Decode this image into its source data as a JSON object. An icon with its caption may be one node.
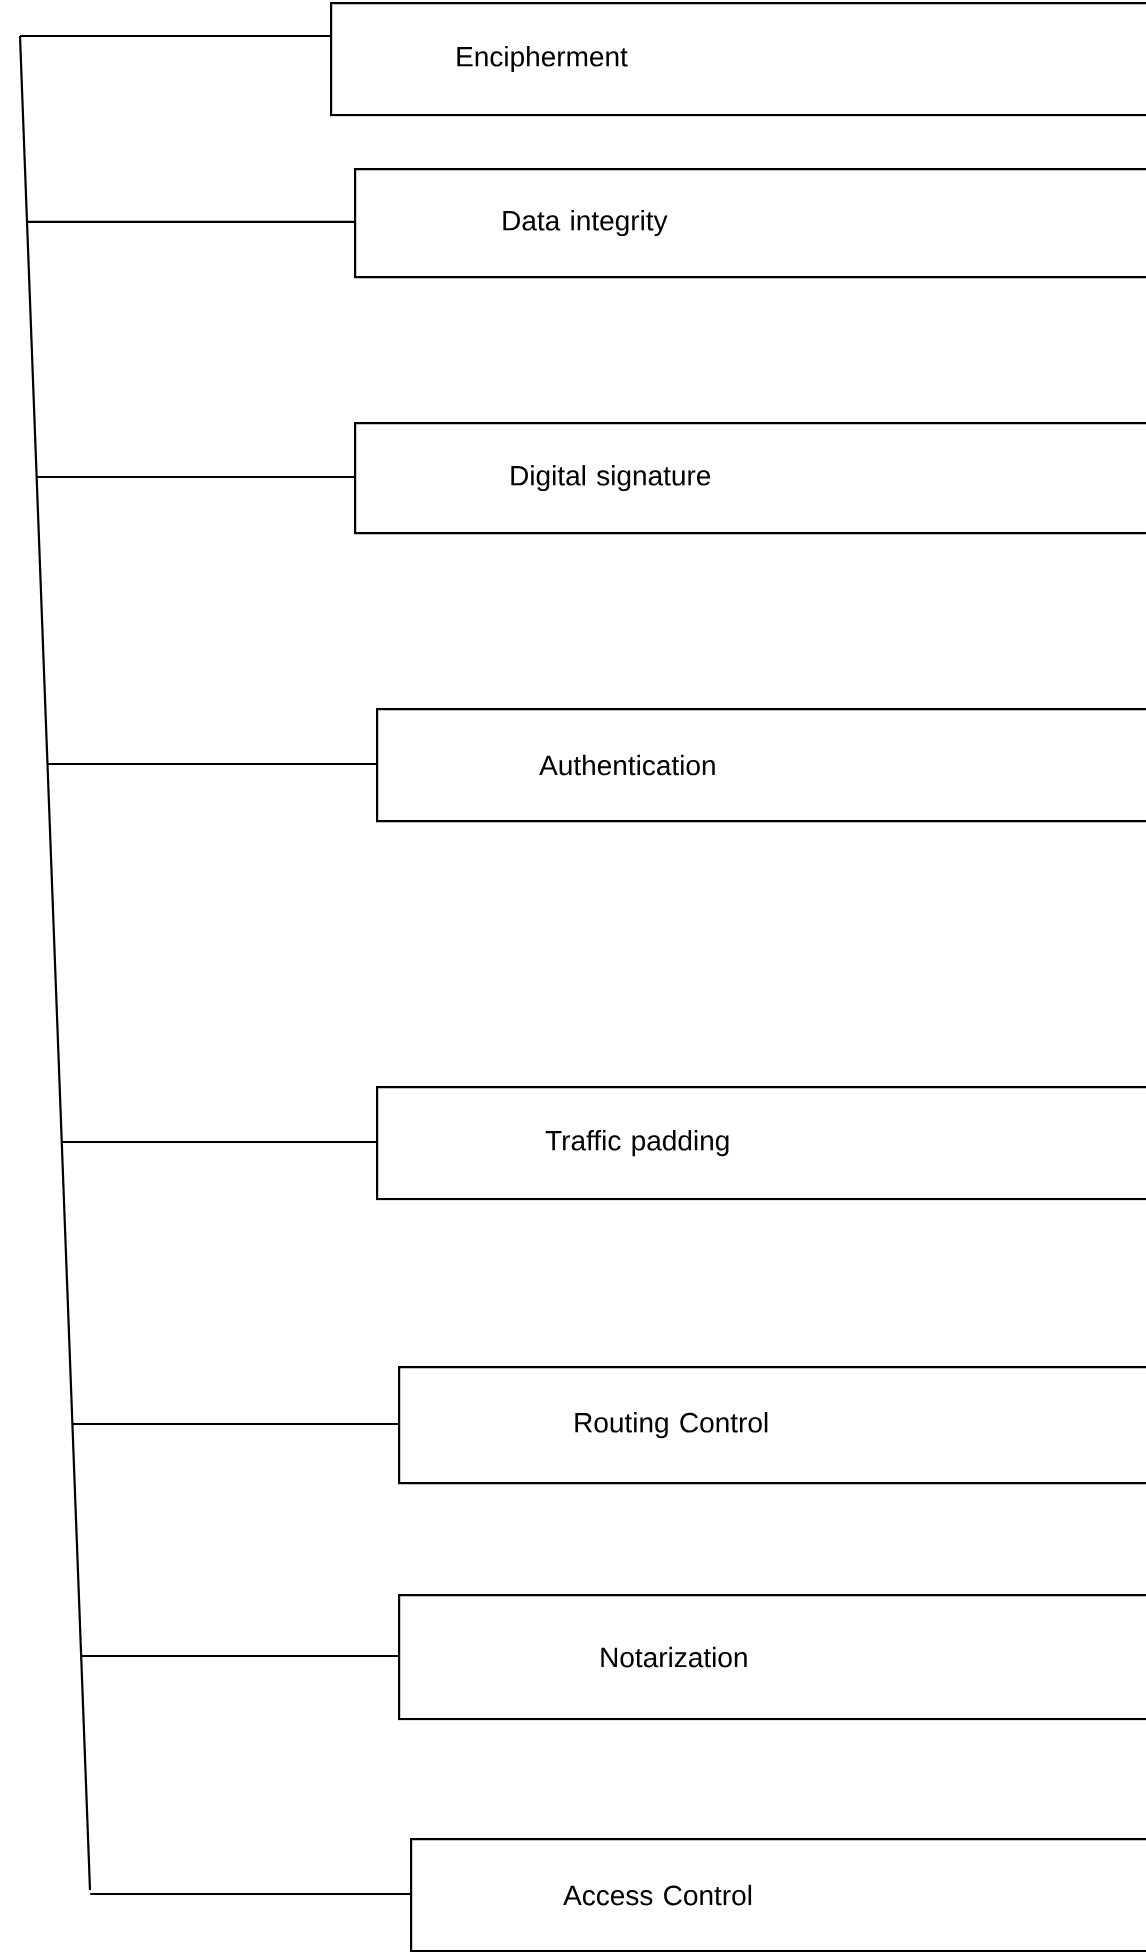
{
  "diagram": {
    "nodes": [
      {
        "text": [
          "Encipherment"
        ]
      },
      {
        "text": [
          "Data integrity"
        ]
      },
      {
        "text": [
          "Digital signature"
        ]
      },
      {
        "text": [
          "Authentication"
        ]
      },
      {
        "text": [
          "Traffic padding"
        ]
      },
      {
        "text": [
          "Routing Control"
        ]
      },
      {
        "text": [
          "Notarization"
        ]
      },
      {
        "text": [
          "Access Control"
        ]
      }
    ],
    "edges": [
      {
        "from": null,
        "to": 0,
        "arrow": "none"
      },
      {
        "from": null,
        "to": 1,
        "arrow": "none"
      },
      {
        "from": null,
        "to": 2,
        "arrow": "none"
      },
      {
        "from": null,
        "to": 3,
        "arrow": "none"
      },
      {
        "from": null,
        "to": 4,
        "arrow": "none"
      },
      {
        "from": null,
        "to": 5,
        "arrow": "none"
      },
      {
        "from": null,
        "to": 6,
        "arrow": "none"
      },
      {
        "from": null,
        "to": 7,
        "arrow": "none"
      }
    ]
  }
}
